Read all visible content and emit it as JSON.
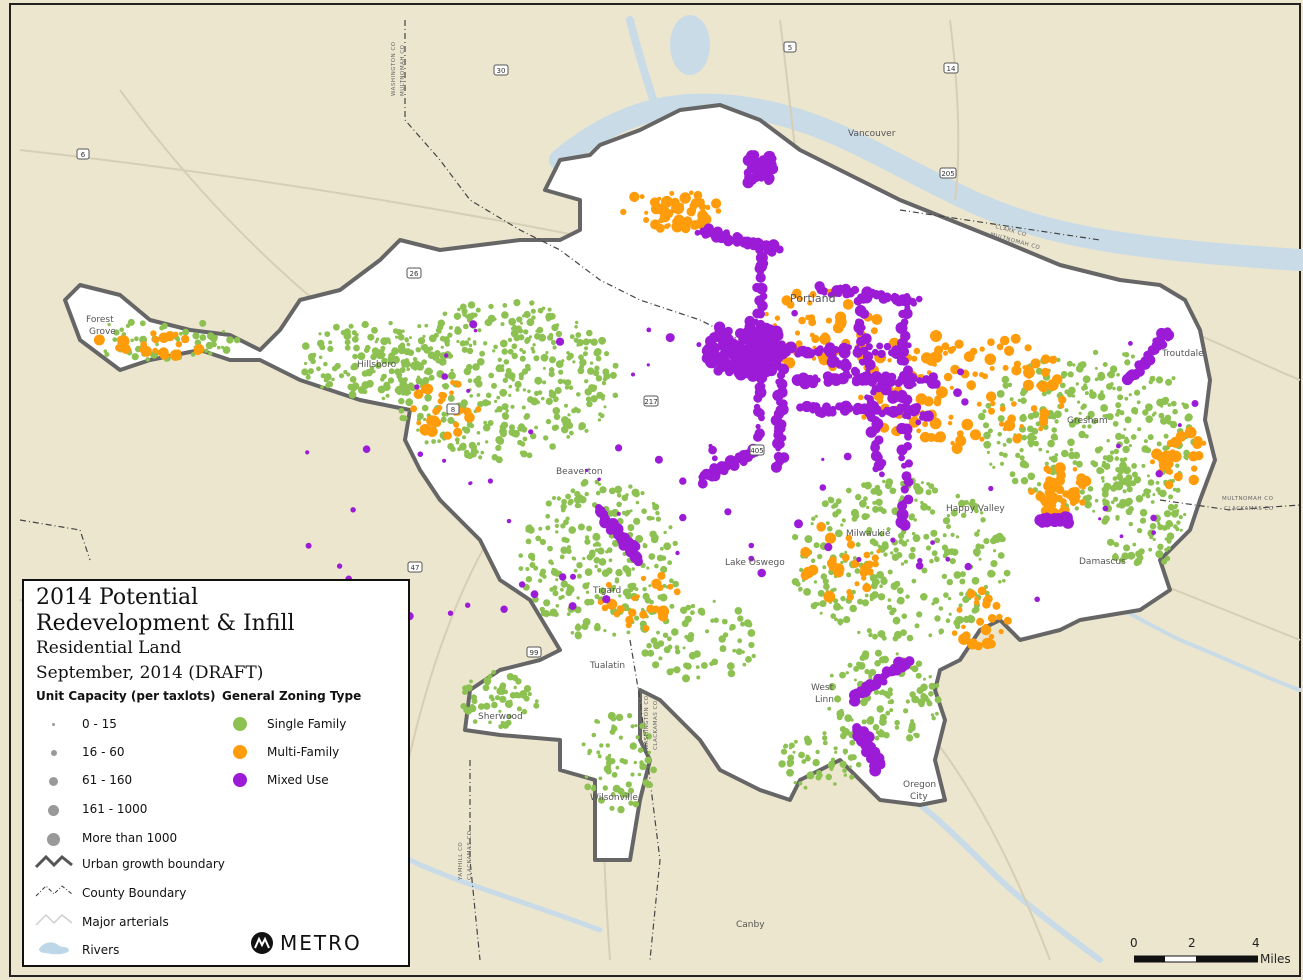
{
  "map": {
    "colors": {
      "background": "#ece6cf",
      "inside_ugb": "#ffffff",
      "ugb_outline": "#666666",
      "river": "#c9dbe7",
      "road": "#d6cfb5",
      "single_family": "#8dc152",
      "multi_family": "#ff9c0c",
      "mixed_use": "#9b1bd6"
    },
    "place_labels": [
      {
        "id": "vancouver",
        "text": "Vancouver"
      },
      {
        "id": "portland",
        "text": "Portland"
      },
      {
        "id": "hillsboro",
        "text": "Hillsboro"
      },
      {
        "id": "forest-grove-1",
        "text": "Forest"
      },
      {
        "id": "forest-grove-2",
        "text": "Grove"
      },
      {
        "id": "beaverton",
        "text": "Beaverton"
      },
      {
        "id": "tigard",
        "text": "Tigard"
      },
      {
        "id": "lake-oswego",
        "text": "Lake Oswego"
      },
      {
        "id": "milwaukie",
        "text": "Milwaukie"
      },
      {
        "id": "happy-valley",
        "text": "Happy Valley"
      },
      {
        "id": "damascus",
        "text": "Damascus"
      },
      {
        "id": "gresham",
        "text": "Gresham"
      },
      {
        "id": "troutdale",
        "text": "Troutdale"
      },
      {
        "id": "tualatin",
        "text": "Tualatin"
      },
      {
        "id": "sherwood",
        "text": "Sherwood"
      },
      {
        "id": "wilsonville",
        "text": "Wilsonville"
      },
      {
        "id": "west-linn-1",
        "text": "West"
      },
      {
        "id": "west-linn-2",
        "text": "Linn"
      },
      {
        "id": "oregon-city-1",
        "text": "Oregon"
      },
      {
        "id": "oregon-city-2",
        "text": "City"
      },
      {
        "id": "canby",
        "text": "Canby"
      }
    ],
    "county_labels": [
      {
        "id": "wash-mult",
        "text": "WASHINGTON CO"
      },
      {
        "id": "mult-wash",
        "text": "MULTNOMAH CO"
      },
      {
        "id": "clark",
        "text": "CLARK CO"
      },
      {
        "id": "mult-river",
        "text": "MULTNOMAH CO"
      },
      {
        "id": "mult-east",
        "text": "MULTNOMAH CO"
      },
      {
        "id": "clack-east",
        "text": "CLACKAMAS CO"
      },
      {
        "id": "wash-clack",
        "text": "WASHINGTON CO"
      },
      {
        "id": "clack-wash",
        "text": "CLACKAMAS CO"
      },
      {
        "id": "yamhill",
        "text": "YAMHILL CO"
      },
      {
        "id": "clack-yam",
        "text": "CLACKAMAS CO"
      }
    ],
    "highway_shields": [
      {
        "id": "h5n",
        "text": "5"
      },
      {
        "id": "h30",
        "text": "30"
      },
      {
        "id": "h26",
        "text": "26"
      },
      {
        "id": "h6",
        "text": "6"
      },
      {
        "id": "h8",
        "text": "8"
      },
      {
        "id": "h217",
        "text": "217"
      },
      {
        "id": "h205",
        "text": "205"
      },
      {
        "id": "h405",
        "text": "405"
      },
      {
        "id": "h99",
        "text": "99"
      },
      {
        "id": "h47",
        "text": "47"
      },
      {
        "id": "h14",
        "text": "14"
      }
    ]
  },
  "legend": {
    "title_line1": "2014 Potential",
    "title_line2": "Redevelopment & Infill",
    "subtitle": "Residential Land",
    "date": "September, 2014 (DRAFT)",
    "capacity_header": "Unit Capacity (per taxlots)",
    "zoning_header": "General Zoning Type",
    "capacity": [
      {
        "label": "0 - 15"
      },
      {
        "label": "16 - 60"
      },
      {
        "label": "61 - 160"
      },
      {
        "label": "161 - 1000"
      },
      {
        "label": "More than 1000"
      }
    ],
    "zoning": [
      {
        "label": "Single Family"
      },
      {
        "label": "Multi-Family"
      },
      {
        "label": "Mixed Use"
      }
    ],
    "lines": [
      {
        "label": "Urban growth boundary"
      },
      {
        "label": "County Boundary"
      },
      {
        "label": "Major arterials"
      },
      {
        "label": "Rivers"
      }
    ],
    "logo_text": "METRO"
  },
  "scale_bar": {
    "ticks": [
      "0",
      "2",
      "4"
    ],
    "unit": "Miles"
  }
}
